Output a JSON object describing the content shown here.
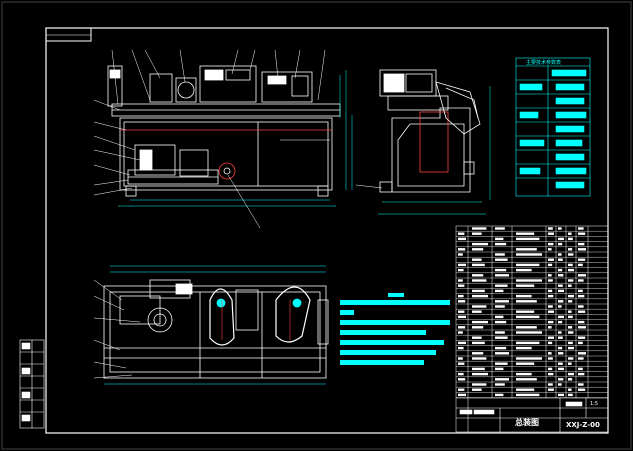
{
  "drawing": {
    "title": "总装图",
    "drawing_number": "XXJ-Z-00",
    "spec_table_title": "主要技术参数表",
    "scale_label": "1:5"
  },
  "colors": {
    "background": "#000000",
    "line": "#ffffff",
    "accent": "#00ffff",
    "dim": "#ff0000",
    "green": "#00ff00",
    "yellow": "#ffff00"
  }
}
